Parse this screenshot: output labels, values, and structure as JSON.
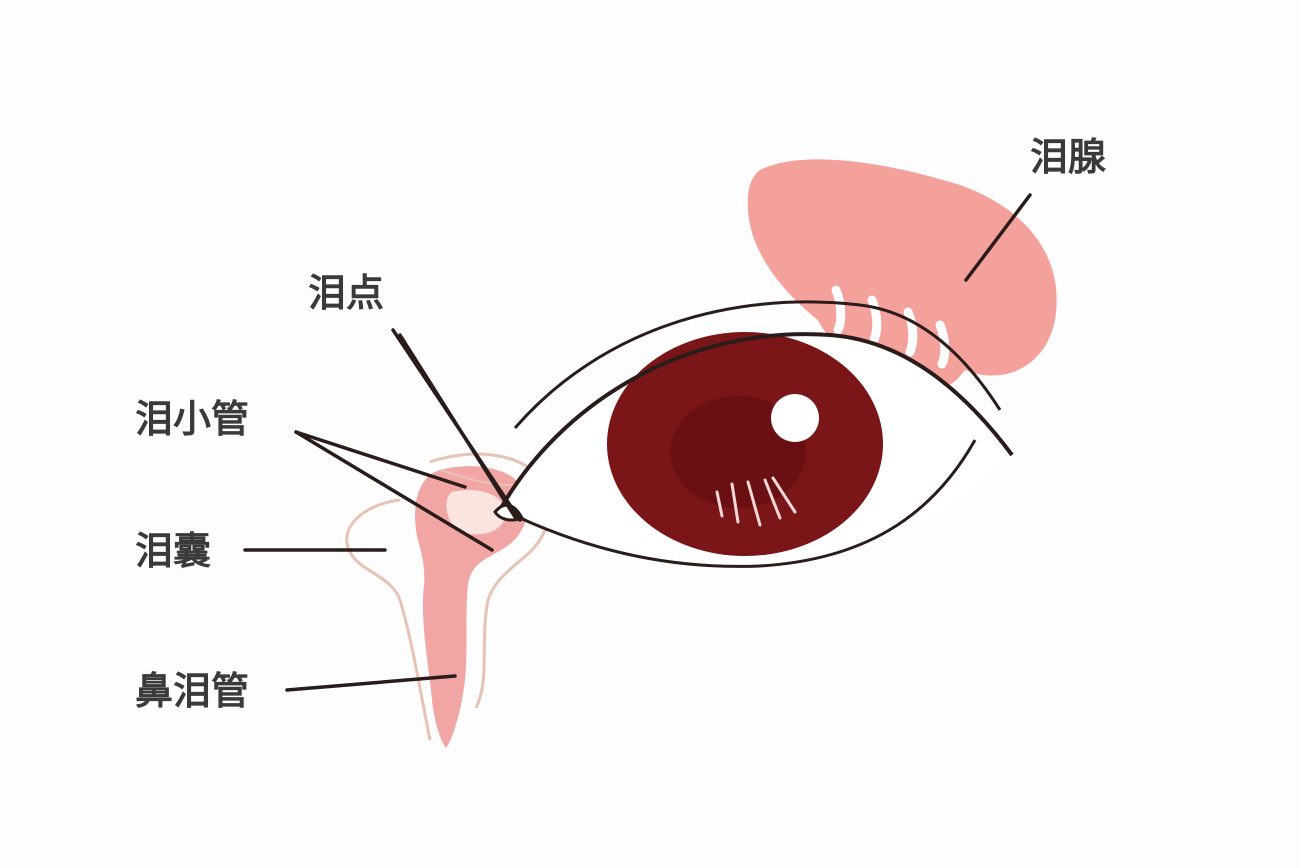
{
  "labels": {
    "lacrimal_gland": "泪腺",
    "lacrimal_punctum": "泪点",
    "lacrimal_canaliculus": "泪小管",
    "lacrimal_sac": "泪囊",
    "nasolacrimal_duct": "鼻泪管"
  },
  "colors": {
    "background": "#fdfdfd",
    "gland_pink": "#f4a09b",
    "duct_pink": "#f2a6a4",
    "iris": "#7a1518",
    "iris_inner": "#6a1013",
    "outline": "#2b1c1c",
    "label_text": "#3a3a3a"
  }
}
